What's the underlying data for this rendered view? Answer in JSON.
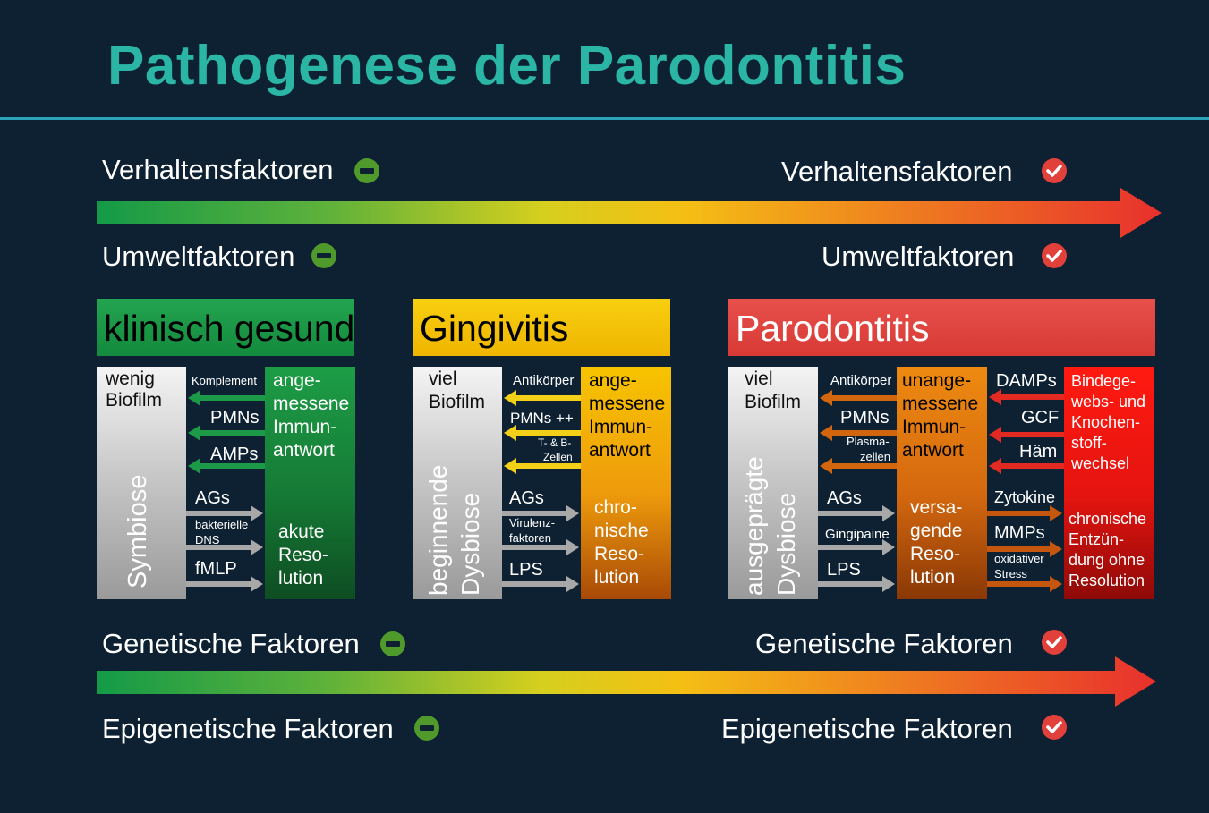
{
  "title": "Pathogenese der Parodontitis",
  "factors": {
    "behavior_left": "Verhaltensfaktoren",
    "behavior_right": "Verhaltensfaktoren",
    "environment_left": "Umweltfaktoren",
    "environment_right": "Umweltfaktoren",
    "genetic_left": "Genetische Faktoren",
    "genetic_right": "Genetische Faktoren",
    "epigenetic_left": "Epigenetische Faktoren",
    "epigenetic_right": "Epigenetische Faktoren",
    "left_marker": "minus-circle-icon",
    "right_marker": "check-circle-icon"
  },
  "colors": {
    "background": "#0d2133",
    "title": "#2ab5a5",
    "healthy": "#1d9b48",
    "gingivitis": "#f6c800",
    "periodontitis": "#df4640"
  },
  "panels": {
    "healthy": {
      "header": "klinisch gesund",
      "biofilm": [
        "wenig",
        "Biofilm"
      ],
      "state": "Symbiose",
      "host_signals": [
        "Komplement",
        "PMNs",
        "AMPs"
      ],
      "microbial_signals": [
        "AGs",
        "bakterielle",
        "DNS",
        "fMLP"
      ],
      "response": [
        "ange-",
        "messene",
        "Immun-",
        "antwort"
      ],
      "resolution": [
        "akute",
        "Reso-",
        "lution"
      ]
    },
    "gingivitis": {
      "header": "Gingivitis",
      "biofilm": [
        "viel",
        "Biofilm"
      ],
      "state": [
        "beginnende",
        "Dysbiose"
      ],
      "host_signals": [
        "Antikörper",
        "PMNs ++",
        "T- & B-",
        "Zellen"
      ],
      "microbial_signals": [
        "AGs",
        "Virulenz-",
        "faktoren",
        "LPS"
      ],
      "response": [
        "ange-",
        "messene",
        "Immun-",
        "antwort"
      ],
      "resolution": [
        "chro-",
        "nische",
        "Reso-",
        "lution"
      ]
    },
    "periodontitis": {
      "header": "Parodontitis",
      "biofilm": [
        "viel",
        "Biofilm"
      ],
      "state": [
        "ausgeprägte",
        "Dysbiose"
      ],
      "host_signals": [
        "Antikörper",
        "PMNs",
        "Plasma-",
        "zellen"
      ],
      "microbial_signals": [
        "AGs",
        "Gingipaine",
        "LPS"
      ],
      "response": [
        "unange-",
        "messene",
        "Immun-",
        "antwort"
      ],
      "failed_resolution": [
        "versa-",
        "gende",
        "Reso-",
        "lution"
      ],
      "damage_signals": [
        "DAMPs",
        "GCF",
        "Häm"
      ],
      "mediators": [
        "Zytokine",
        "MMPs",
        "oxidativer",
        "Stress"
      ],
      "tissue": [
        "Bindege-",
        "webs- und",
        "Knochen-",
        "stoff-",
        "wechsel"
      ],
      "outcome": [
        "chronische",
        "Entzün-",
        "dung ohne",
        "Resolution"
      ]
    }
  }
}
